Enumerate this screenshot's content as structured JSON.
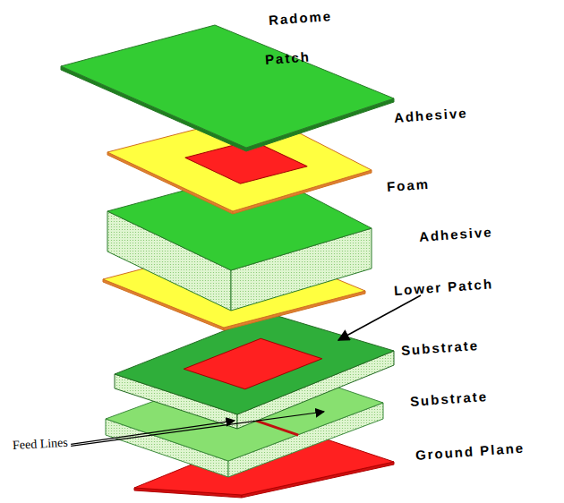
{
  "diagram": {
    "labels": [
      "Radome",
      "Patch",
      "Adhesive",
      "Foam",
      "Adhesive",
      "Lower Patch",
      "Substrate",
      "Substrate",
      "Ground Plane",
      "Feed Lines"
    ]
  }
}
